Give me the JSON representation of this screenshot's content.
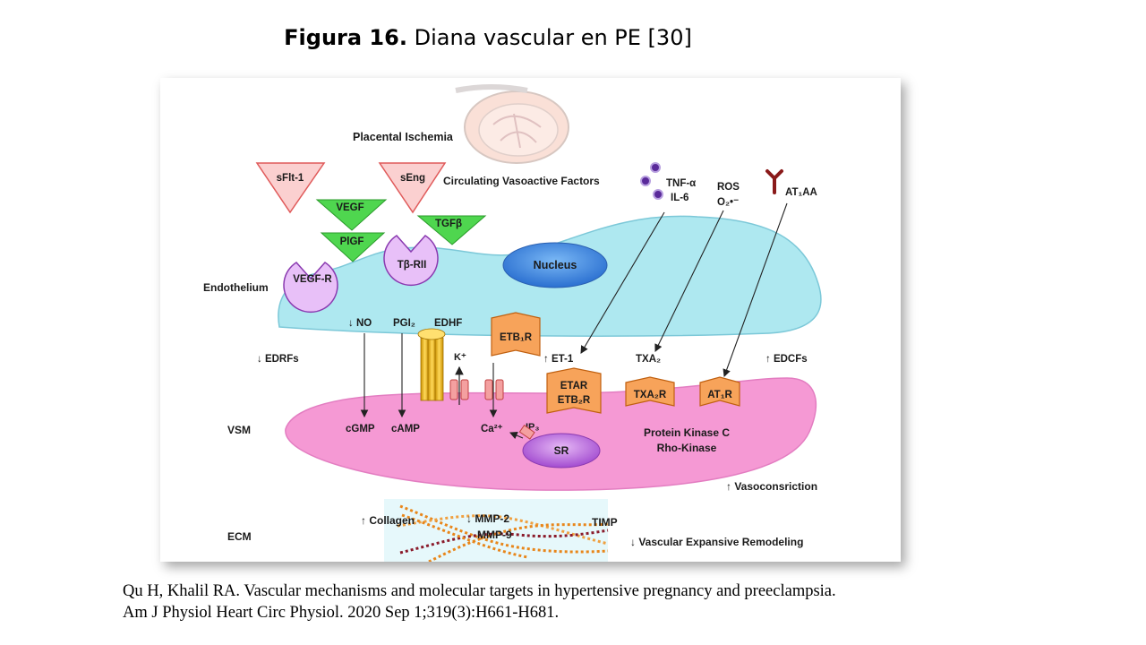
{
  "title": {
    "prefix": "Figura 16.",
    "text": "Diana vascular en PE [30]"
  },
  "citation": {
    "line1": "Qu H, Khalil RA. Vascular mechanisms and molecular targets in hypertensive pregnancy and preeclampsia.",
    "line2": "Am J Physiol Heart Circ Physiol. 2020 Sep 1;319(3):H661-H681."
  },
  "diagram": {
    "placental_ischemia": "Placental Ischemia",
    "circulating_factors": "Circulating Vasoactive Factors",
    "sflt1": "sFlt-1",
    "seng": "sEng",
    "vegf": "VEGF",
    "plgf": "PlGF",
    "tgfb": "TGFβ",
    "vegf_r": "VEGF-R",
    "tb_rii": "Tβ-RII",
    "nucleus": "Nucleus",
    "endothelium": "Endothelium",
    "tnf": "TNF-α",
    "il6": "IL-6",
    "ros": "ROS",
    "o2": "O₂•⁻",
    "at1aa": "AT₁AA",
    "no": "↓ NO",
    "pgi2": "PGI₂",
    "edhf": "EDHF",
    "etb1r": "ETB₁R",
    "edrfs": "↓ EDRFs",
    "k_plus": "K⁺",
    "et1": "↑ ET-1",
    "txa2": "TXA₂",
    "edcfs": "↑ EDCFs",
    "etar": "ETAR",
    "etb2r": "ETB₂R",
    "txa2r": "TXA₂R",
    "at1r": "AT₁R",
    "vsm": "VSM",
    "cgmp": "cGMP",
    "camp": "cAMP",
    "ca2": "Ca²⁺",
    "ip3": "IP₃",
    "sr": "SR",
    "pkc": "Protein Kinase C",
    "rho": "Rho-Kinase",
    "vasoconstriction": "↑ Vasoconsriction",
    "ecm": "ECM",
    "collagen": "↑ Collagen",
    "mmp2": "↓ MMP-2",
    "mmp9": "MMP-9",
    "timp": "TIMP",
    "remodeling": "↓ Vascular Expansive Remodeling"
  }
}
